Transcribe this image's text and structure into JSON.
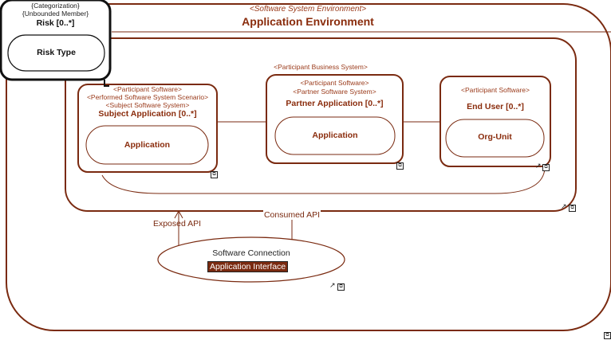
{
  "environment": {
    "stereotype": "<Software System Environment>",
    "title": "Application Environment"
  },
  "risk": {
    "stereotype1": "{Categorization}",
    "stereotype2": "{Unbounded Member}",
    "title": "Risk [0..*]",
    "pill": "Risk Type"
  },
  "business_system": {
    "stereotype": "<Participant Business System>"
  },
  "subject": {
    "stereotype1": "<Participant Software>",
    "stereotype2": "<Performed Software System Scenario>",
    "stereotype3": "<Subject Software System>",
    "title": "Subject Application [0..*]",
    "pill": "Application"
  },
  "partner": {
    "stereotype1": "<Participant Software>",
    "stereotype2": "<Partner Software System>",
    "title": "Partner Application [0..*]",
    "pill": "Application"
  },
  "end_user": {
    "stereotype1": "<Participant Software>",
    "title": "End User [0..*]",
    "pill": "Org-Unit"
  },
  "connection": {
    "exposed": "Exposed API",
    "consumed": "Consumed API",
    "name": "Software Connection",
    "interface": "Application Interface"
  },
  "colors": {
    "stroke": "#7a2a10",
    "risk_stroke": "#111111"
  }
}
